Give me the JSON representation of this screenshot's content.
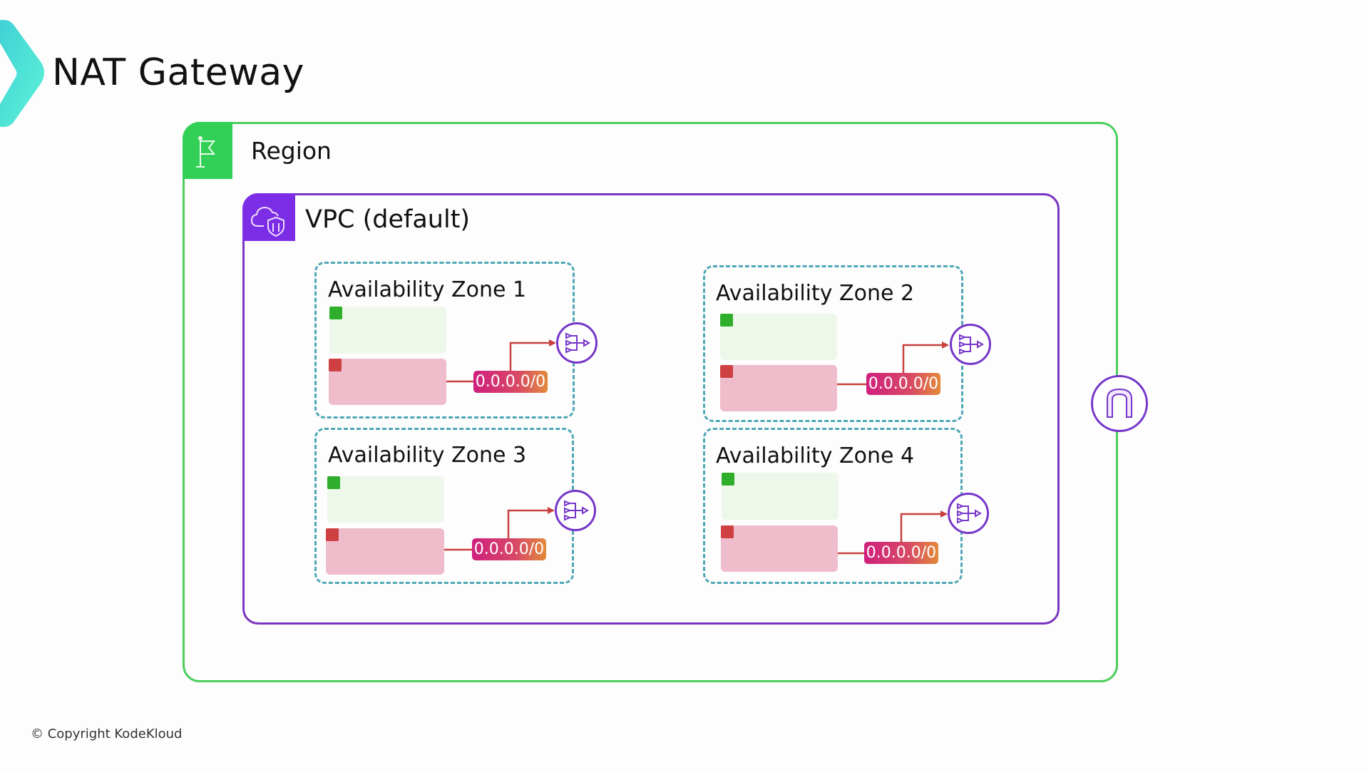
{
  "slide": {
    "title": "NAT Gateway",
    "copyright": "© Copyright KodeKloud"
  },
  "region": {
    "label": "Region",
    "icon": "flag-icon",
    "border_color": "#4cce5d",
    "tag_color": "#33d058"
  },
  "vpc": {
    "label": "VPC (default)",
    "icon": "cloud-shield-icon",
    "border_color": "#7a34c2",
    "tag_color": "#7b2ee6"
  },
  "availability_zones": [
    {
      "label": "Availability Zone 1",
      "public_subnet": {
        "icon": "unlocked-lock-icon"
      },
      "private_subnet": {
        "icon": "locked-lock-icon"
      },
      "route": "0.0.0.0/0",
      "nat_gateway": {
        "icon": "nat-gateway-icon"
      }
    },
    {
      "label": "Availability Zone 2",
      "public_subnet": {
        "icon": "unlocked-lock-icon"
      },
      "private_subnet": {
        "icon": "locked-lock-icon"
      },
      "route": "0.0.0.0/0",
      "nat_gateway": {
        "icon": "nat-gateway-icon"
      }
    },
    {
      "label": "Availability Zone 3",
      "public_subnet": {
        "icon": "unlocked-lock-icon"
      },
      "private_subnet": {
        "icon": "locked-lock-icon"
      },
      "route": "0.0.0.0/0",
      "nat_gateway": {
        "icon": "nat-gateway-icon"
      }
    },
    {
      "label": "Availability Zone 4",
      "public_subnet": {
        "icon": "unlocked-lock-icon"
      },
      "private_subnet": {
        "icon": "locked-lock-icon"
      },
      "route": "0.0.0.0/0",
      "nat_gateway": {
        "icon": "nat-gateway-icon"
      }
    }
  ],
  "internet_gateway": {
    "icon": "internet-gateway-icon"
  },
  "colors": {
    "az_border": "#4fa7b6",
    "public_subnet": "#eef8ea",
    "private_subnet": "#eebccb",
    "route_line": "#c8413f",
    "nat_icon": "#7636c9",
    "logo_gradient": [
      "#3fd2d6",
      "#5ef2d6"
    ]
  }
}
